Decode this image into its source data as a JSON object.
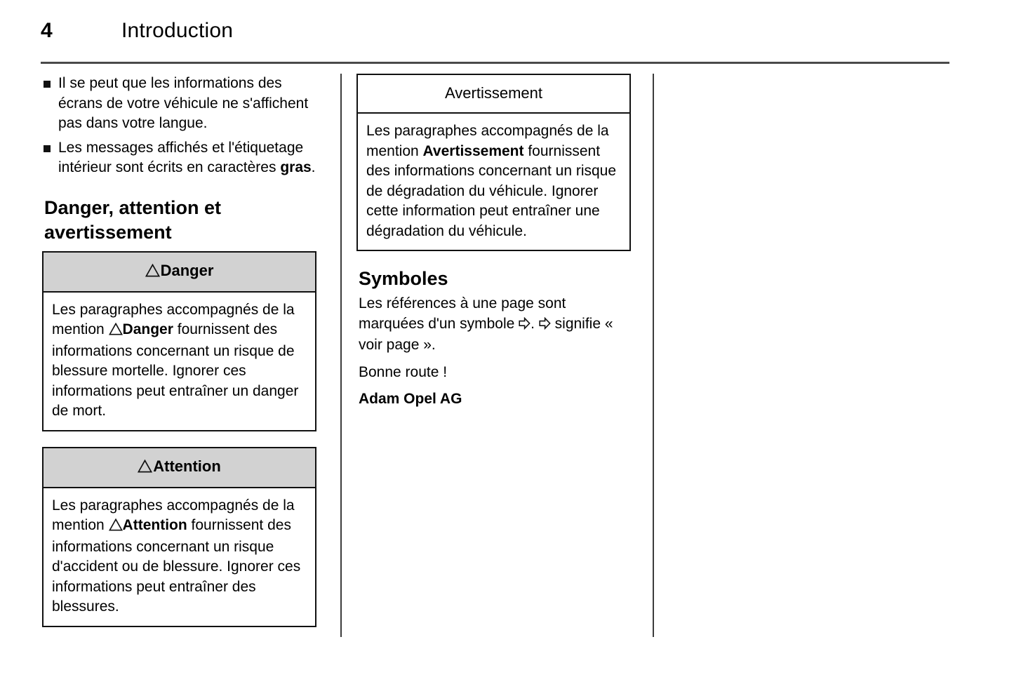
{
  "page": {
    "number": "4",
    "title": "Introduction"
  },
  "left_column": {
    "bullets": [
      {
        "text_before": "Il se peut que les informations des écrans de votre véhicule ne s'affichent pas dans votre langue.",
        "bold": "",
        "text_after": ""
      },
      {
        "text_before": "Les messages affichés et l'étiquetage intérieur sont écrits en caractères ",
        "bold": "gras",
        "text_after": "."
      }
    ],
    "heading": "Danger, attention et avertissement",
    "danger_box": {
      "icon": "warning-triangle-icon",
      "header_label": "Danger",
      "header_bg": "#d2d2d2",
      "body_before": "Les paragraphes accompagnés de la mention ",
      "body_bold": "Danger",
      "body_after": " fournissent des informations concernant un risque de blessure mortelle. Ignorer ces informations peut entraîner un danger de mort."
    },
    "attention_box": {
      "icon": "warning-triangle-icon",
      "header_label": "Attention",
      "header_bg": "#d2d2d2",
      "body_before": "Les paragraphes accompagnés de la mention ",
      "body_bold": "Attention",
      "body_after": " fournissent des informations concernant un risque d'accident ou de blessure. Ignorer ces informations peut entraîner des blessures."
    }
  },
  "right_column": {
    "avertissement_box": {
      "header_label": "Avertissement",
      "header_bg": "#ffffff",
      "body_before": "Les paragraphes accompagnés de la mention ",
      "body_bold": "Avertissement",
      "body_after": " fournissent des informations concernant un risque de dégradation du véhicule. Ignorer cette information peut entraîner une dégradation du véhicule."
    },
    "symboles": {
      "heading": "Symboles",
      "paragraph_part1": "Les références à une page sont marquées d'un symbole ",
      "symbol_icon": "right-arrow-outline-icon",
      "paragraph_part2": ". ",
      "paragraph_part3": " signifie « voir page ».",
      "closing": "Bonne route !",
      "signature": "Adam Opel AG"
    }
  },
  "colors": {
    "text": "#000000",
    "rule": "#4a4a4a",
    "box_border": "#111111",
    "header_shade": "#d2d2d2",
    "background": "#ffffff"
  }
}
